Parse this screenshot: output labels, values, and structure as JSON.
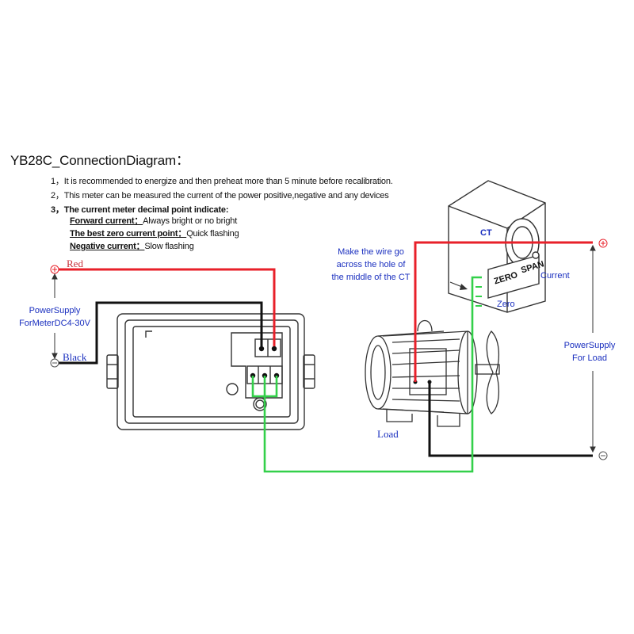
{
  "title": "YB28C_ConnectionDiagram：",
  "notes": [
    {
      "num": "1，",
      "text": "It is recommended to energize and then preheat more than 5 minute before recalibration."
    },
    {
      "num": "2，",
      "text": "This meter can be measured the current of the power positive,negative and any devices"
    },
    {
      "num": "3，",
      "text": "The current meter decimal point indicate:"
    }
  ],
  "indicators": [
    {
      "label": "Forward current：",
      "value": "Always bright or no bright"
    },
    {
      "label": "The best zero current point：",
      "value": "Quick flashing"
    },
    {
      "label": "Negative current：",
      "value": "Slow flashing"
    }
  ],
  "meter_side": {
    "plus_symbol": "⊕",
    "minus_symbol": "⊖",
    "red_label": "Red",
    "black_label": "Black",
    "power_label_1": "PowerSupply",
    "power_label_2": "ForMeterDC4-30V"
  },
  "ct": {
    "label": "CT",
    "zero": "ZERO",
    "span": "SPAN",
    "current": "Current",
    "zero_label": "Zero",
    "instruction": [
      "Make the wire go",
      "across the hole of",
      "the middle of the CT"
    ]
  },
  "load": {
    "label": "Load",
    "power_label_1": "PowerSupply",
    "power_label_2": "For Load",
    "plus_symbol": "⊕",
    "minus_symbol": "⊖"
  },
  "colors": {
    "red_wire": "#e8202a",
    "black_wire": "#111111",
    "green_wire": "#33d04a",
    "annotation_blue": "#1a2fbf"
  }
}
